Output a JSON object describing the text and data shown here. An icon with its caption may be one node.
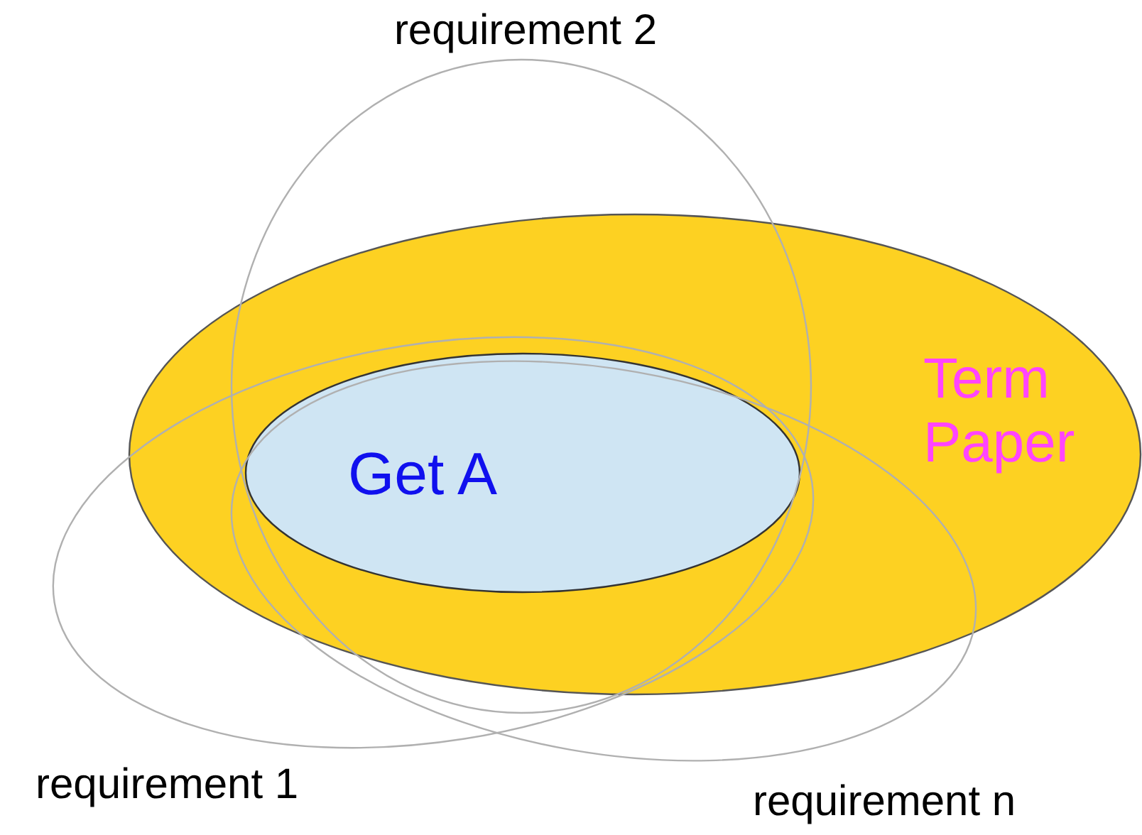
{
  "diagram": {
    "nodes": [
      {
        "text": [
          "requirement 2"
        ]
      },
      {
        "text": [
          "Term Paper"
        ]
      },
      {
        "text": [
          "Get A"
        ]
      },
      {
        "text": [
          "requirement 1"
        ]
      },
      {
        "text": [
          "requirement n"
        ]
      }
    ]
  }
}
